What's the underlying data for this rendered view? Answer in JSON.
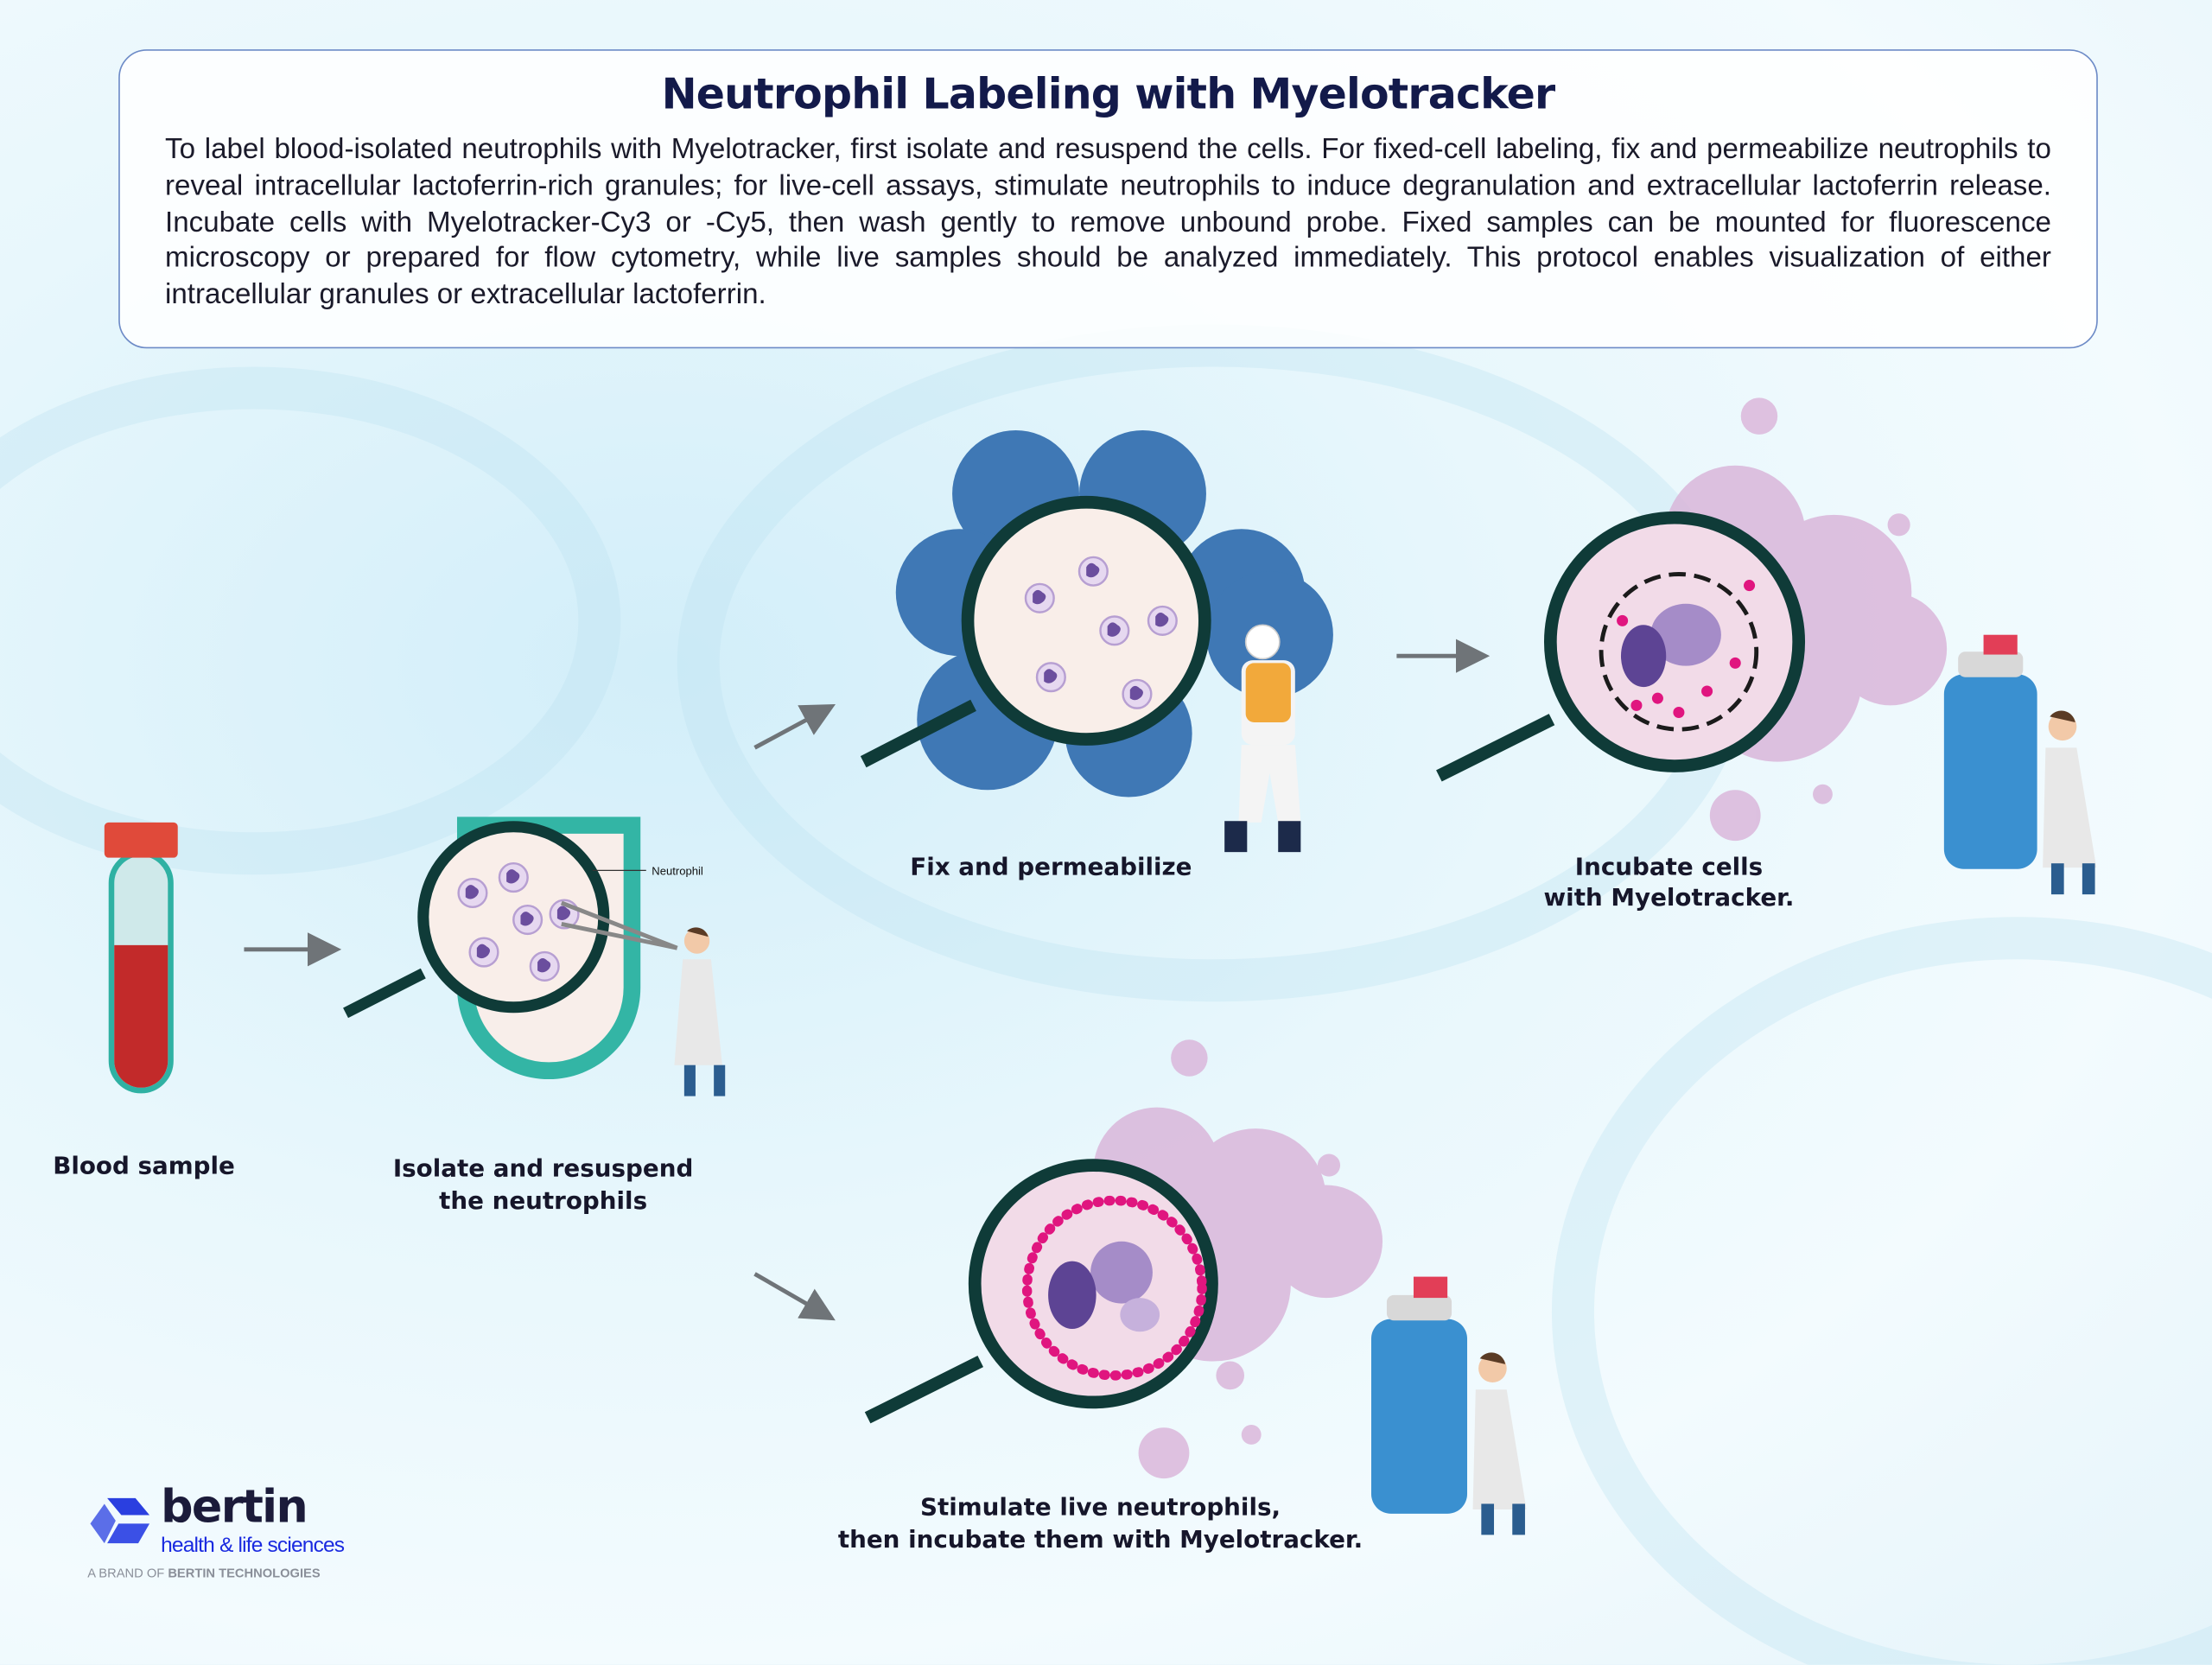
{
  "header": {
    "title": "Neutrophil Labeling with Myelotracker",
    "description": "To label blood-isolated neutrophils with Myelotracker, first isolate and resuspend the cells. For fixed-cell labeling, fix and permeabilize neutrophils to reveal intracellular lactoferrin-rich granules; for live-cell assays, stimulate neutrophils to induce degranulation and extracellular lactoferrin release. Incubate cells with Myelotracker-Cy3 or -Cy5, then wash gently to remove unbound probe. Fixed samples can be mounted for fluorescence microscopy or prepared for flow cytometry, while live samples should be analyzed immediately. This protocol enables  visualization of either intracellular granules or extracellular lactoferrin."
  },
  "steps": {
    "blood": {
      "label": "Blood sample"
    },
    "isolate": {
      "label_line1": "Isolate and resuspend",
      "label_line2": "the neutrophils",
      "callout": "Neutrophil"
    },
    "fix": {
      "label": "Fix and permeabilize"
    },
    "incubate": {
      "label_line1": "Incubate cells",
      "label_line2": "with Myelotracker."
    },
    "stimulate": {
      "label_line1": "Stimulate live neutrophils,",
      "label_line2": "then incubate them with Myelotracker."
    }
  },
  "logo": {
    "name": "bertin",
    "tagline": "health & life sciences",
    "brand_line_prefix": "A BRAND OF ",
    "brand_line_bold": "BERTIN TECHNOLOGIES"
  },
  "colors": {
    "title": "#131a4a",
    "teal": "#33b5a5",
    "lens_ring": "#0f3b38",
    "cloud_blue": "#3f78b5",
    "magenta": "#e0157f",
    "spray_can": "#3a90d0"
  }
}
